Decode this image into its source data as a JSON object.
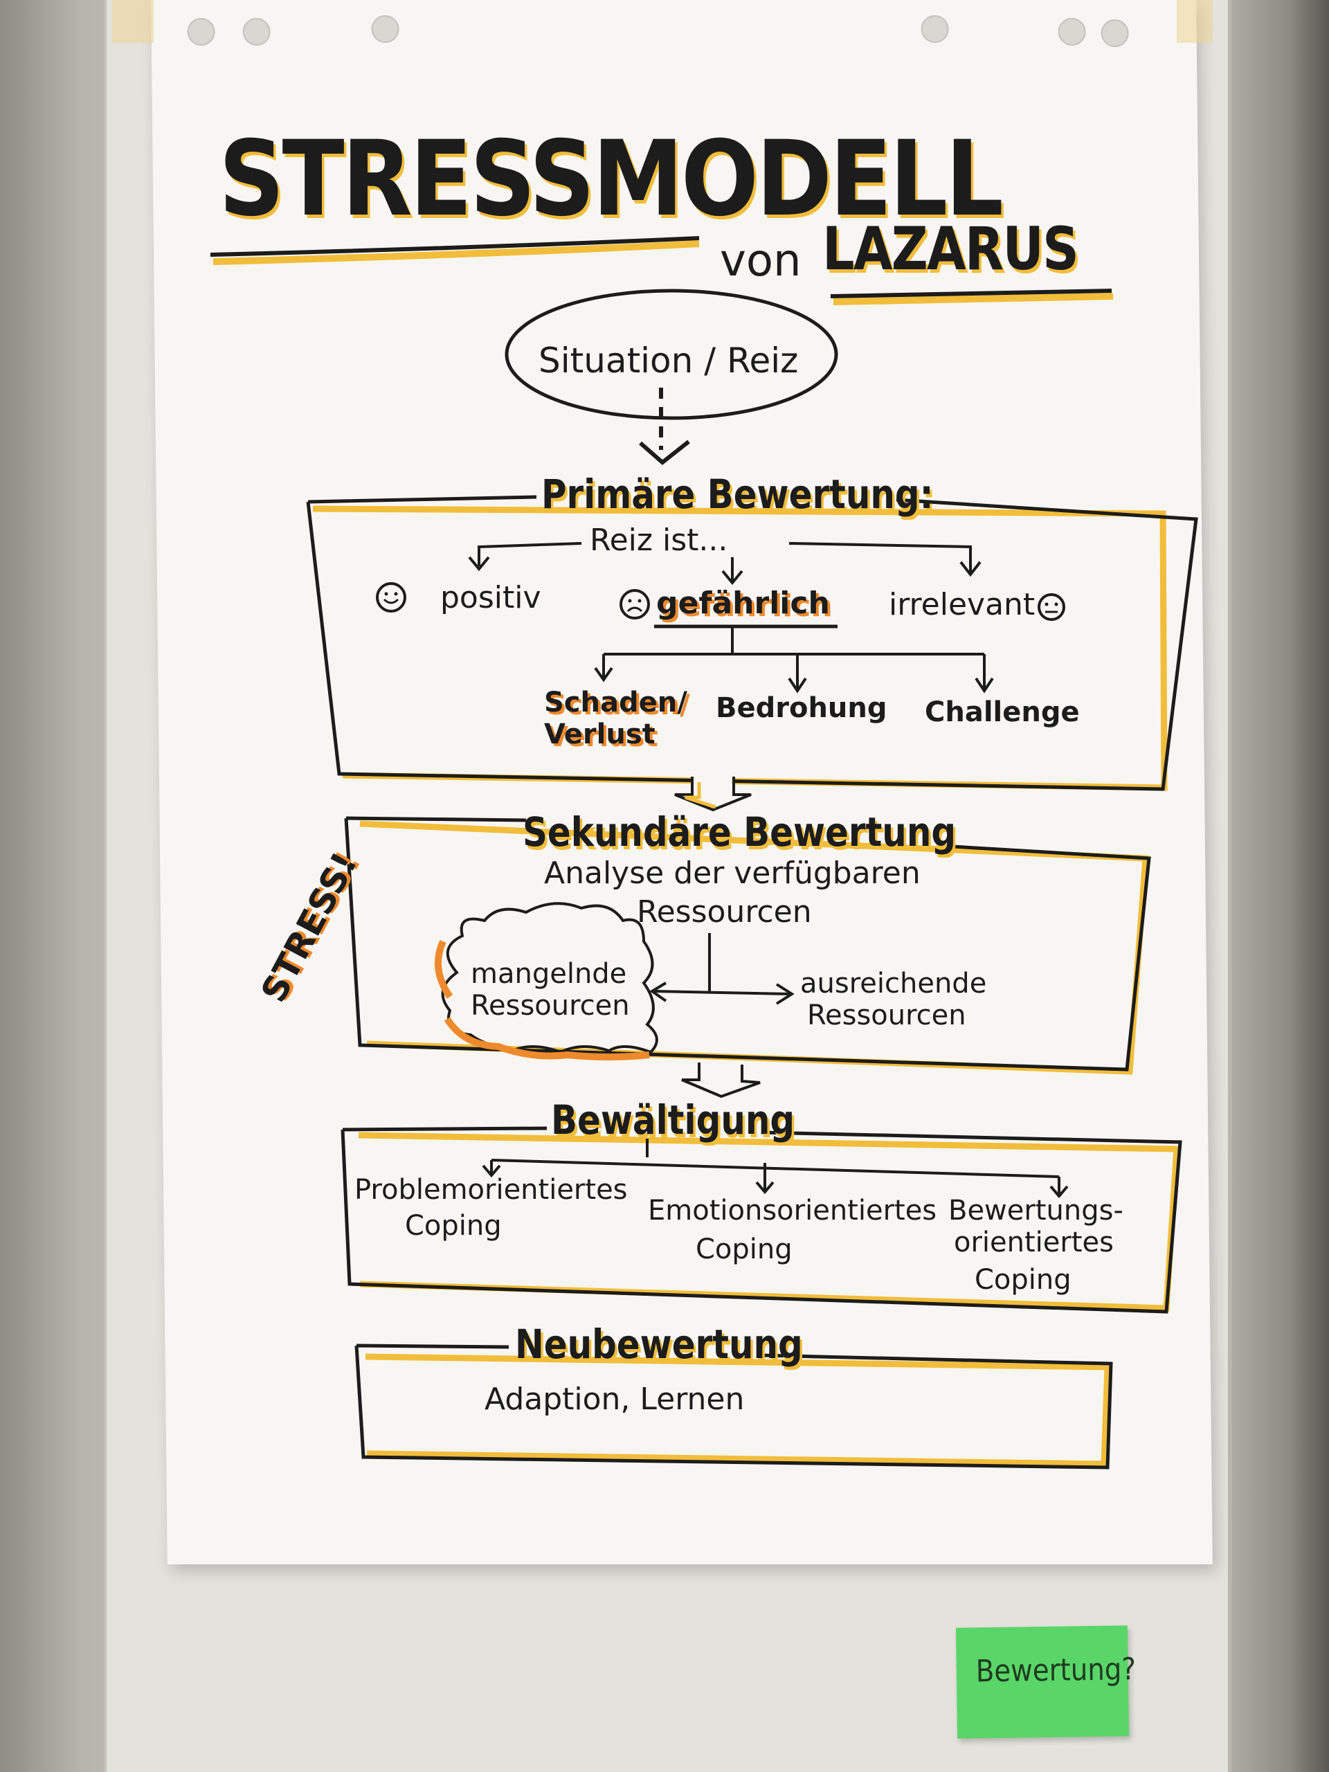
{
  "title": "STRESSMODELL",
  "subtitle": "von",
  "author": "LAZARUS",
  "start_node": "Situation / Reiz",
  "primary": {
    "heading": "Primäre Bewertung:",
    "prompt": "Reiz ist...",
    "options": [
      "positiv",
      "gefährlich",
      "irrelevant"
    ],
    "danger_types": [
      "Schaden/ Verlust",
      "Bedrohung",
      "Challenge"
    ]
  },
  "secondary": {
    "heading": "Sekundäre Bewertung",
    "description_line1": "Analyse der verfügbaren",
    "description_line2": "Ressourcen",
    "lacking": "mangelnde Ressourcen",
    "sufficient_line1": "ausreichende",
    "sufficient_line2": "Ressourcen",
    "stress_label": "STRESS!"
  },
  "coping": {
    "heading": "Bewältigung",
    "types": [
      {
        "line1": "Problemorientiertes",
        "line2": "Coping"
      },
      {
        "line1": "Emotionsorientiertes",
        "line2": "Coping"
      },
      {
        "line1": "Bewertungs-",
        "line2": "orientiertes",
        "line3": "Coping"
      }
    ]
  },
  "reappraisal": {
    "heading": "Neubewertung",
    "description": "Adaption, Lernen"
  },
  "sticky_note": "Bewertung?",
  "colors": {
    "highlight_yellow": "#f2bd3b",
    "highlight_orange": "#ee8a2c",
    "ink": "#1c1c1c",
    "sticky_green": "#5ad669"
  }
}
